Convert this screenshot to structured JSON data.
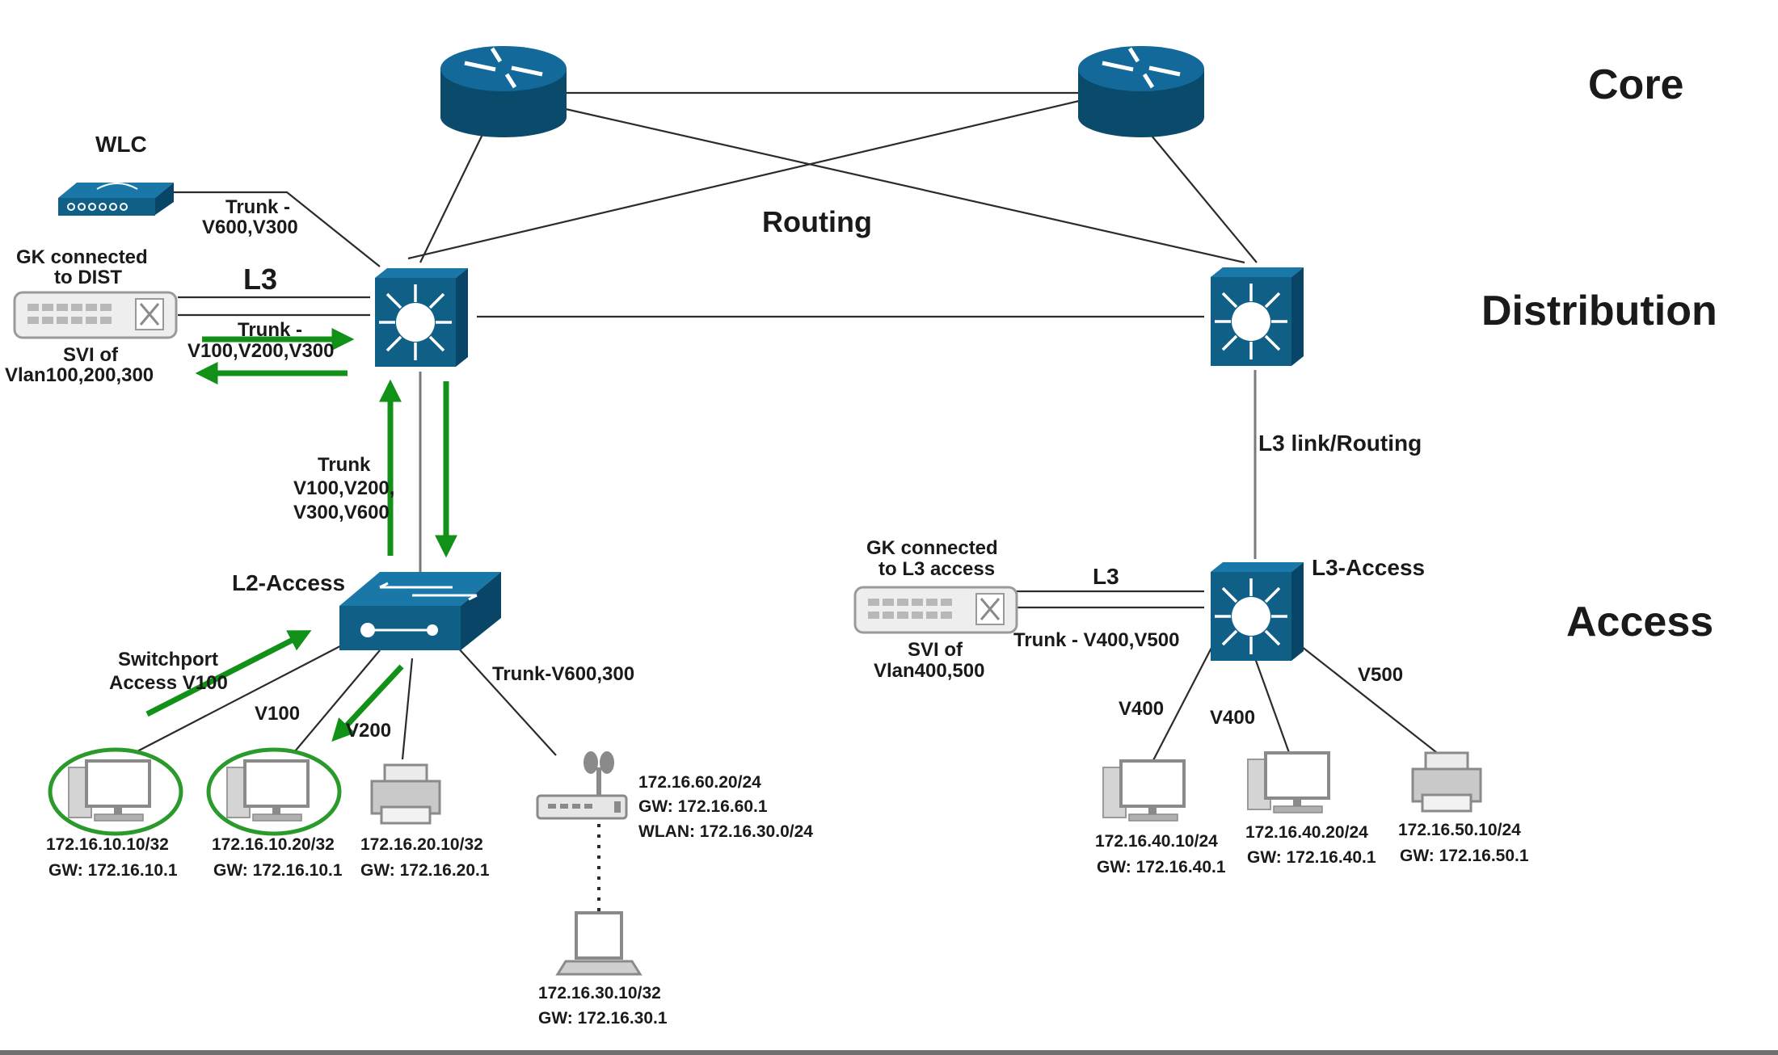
{
  "tiers": {
    "core": "Core",
    "distribution": "Distribution",
    "access": "Access"
  },
  "labels": {
    "routing": "Routing",
    "wlc": "WLC",
    "wlc_trunk_1": "Trunk -",
    "wlc_trunk_2": "V600,V300",
    "gk_dist_1": "GK connected",
    "gk_dist_2": "to DIST",
    "l3_left": "L3",
    "trunk_dist_1": "Trunk -",
    "trunk_dist_2": "V100,V200,V300",
    "svi_left_1": "SVI of",
    "svi_left_2": "Vlan100,200,300",
    "trunk_vert_1": "Trunk",
    "trunk_vert_2": "V100,V200,",
    "trunk_vert_3": "V300,V600",
    "l2_access": "L2-Access",
    "switchport_1": "Switchport",
    "switchport_2": "Access V100",
    "v100": "V100",
    "v200": "V200",
    "trunk_v600": "Trunk-V600,300",
    "l3_link": "L3 link/Routing",
    "gk_l3_1": "GK connected",
    "gk_l3_2": "to L3 access",
    "l3_right": "L3",
    "trunk_right": "Trunk - V400,V500",
    "svi_right_1": "SVI of",
    "svi_right_2": "Vlan400,500",
    "l3_access": "L3-Access",
    "v400_a": "V400",
    "v400_b": "V400",
    "v500": "V500"
  },
  "hosts": {
    "pc1_ip": "172.16.10.10/32",
    "pc1_gw": "GW: 172.16.10.1",
    "pc2_ip": "172.16.10.20/32",
    "pc2_gw": "GW: 172.16.10.1",
    "pr1_ip": "172.16.20.10/32",
    "pr1_gw": "GW: 172.16.20.1",
    "ap_ip": "172.16.60.20/24",
    "ap_gw": "GW: 172.16.60.1",
    "ap_wlan": "WLAN: 172.16.30.0/24",
    "lap_ip": "172.16.30.10/32",
    "lap_gw": "GW: 172.16.30.1",
    "pc3_ip": "172.16.40.10/24",
    "pc3_gw": "GW: 172.16.40.1",
    "pc4_ip": "172.16.40.20/24",
    "pc4_gw": "GW: 172.16.40.1",
    "pr2_ip": "172.16.50.10/24",
    "pr2_gw": "GW: 172.16.50.1"
  },
  "colors": {
    "device": "#0f5f86",
    "device_dark": "#0a4a6a",
    "arrow": "#119117",
    "ring": "#2a9a2a"
  }
}
